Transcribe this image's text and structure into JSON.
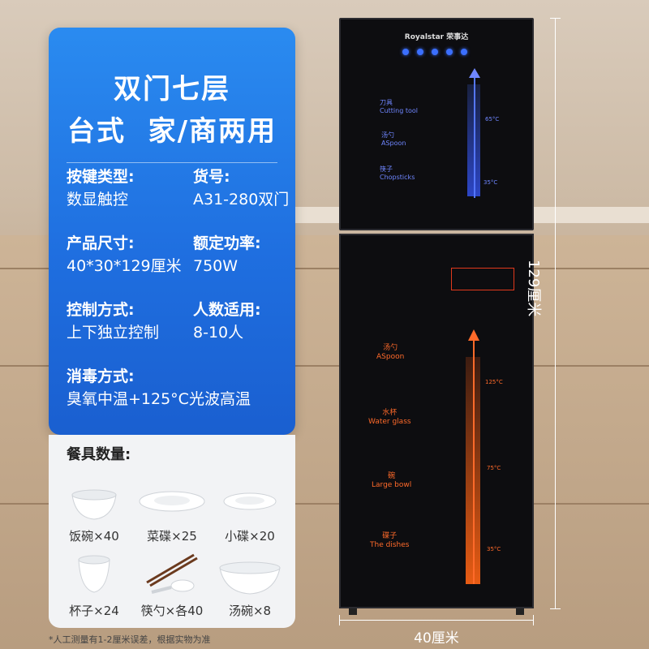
{
  "headline": {
    "line1": "双门七层",
    "line2": "台式  家/商两用"
  },
  "specs": [
    {
      "label": "按键类型:",
      "value": "数显触控"
    },
    {
      "label": "货号:",
      "value": "A31-280双门"
    },
    {
      "label": "产品尺寸:",
      "value": "40*30*129厘米"
    },
    {
      "label": "额定功率:",
      "value": "750W"
    },
    {
      "label": "控制方式:",
      "value": "上下独立控制"
    },
    {
      "label": "人数适用:",
      "value": "8-10人"
    },
    {
      "label": "消毒方式:",
      "value": "臭氧中温+125°C光波高温"
    }
  ],
  "tableware": {
    "title": "餐具数量:",
    "items": [
      {
        "name": "饭碗×40",
        "icon": "rice-bowl-icon"
      },
      {
        "name": "菜碟×25",
        "icon": "dish-plate-icon"
      },
      {
        "name": "小碟×20",
        "icon": "small-plate-icon"
      },
      {
        "name": "杯子×24",
        "icon": "cup-icon"
      },
      {
        "name": "筷勺×各40",
        "icon": "chopsticks-spoon-icon"
      },
      {
        "name": "汤碗×8",
        "icon": "soup-bowl-icon"
      }
    ]
  },
  "product": {
    "brand": "Royalstar 荣事达",
    "top_labels": [
      {
        "cn": "刀具",
        "en": "Cutting tool"
      },
      {
        "cn": "汤勺",
        "en": "ASpoon"
      },
      {
        "cn": "筷子",
        "en": "Chopsticks"
      }
    ],
    "top_temps": [
      "65°C",
      "35°C"
    ],
    "bottom_labels": [
      {
        "cn": "汤勺",
        "en": "ASpoon"
      },
      {
        "cn": "水杯",
        "en": "Water glass"
      },
      {
        "cn": "碗",
        "en": "Large bowl"
      },
      {
        "cn": "碟子",
        "en": "The dishes"
      }
    ],
    "bottom_temps": [
      "125°C",
      "75°C",
      "35°C"
    ],
    "colors": {
      "top_glow": "#5577ff",
      "bottom_glow": "#ff6a2a"
    }
  },
  "dimensions": {
    "height": "129厘米",
    "width": "40厘米"
  },
  "footnote": "*人工测量有1-2厘米误差，根据实物为准"
}
